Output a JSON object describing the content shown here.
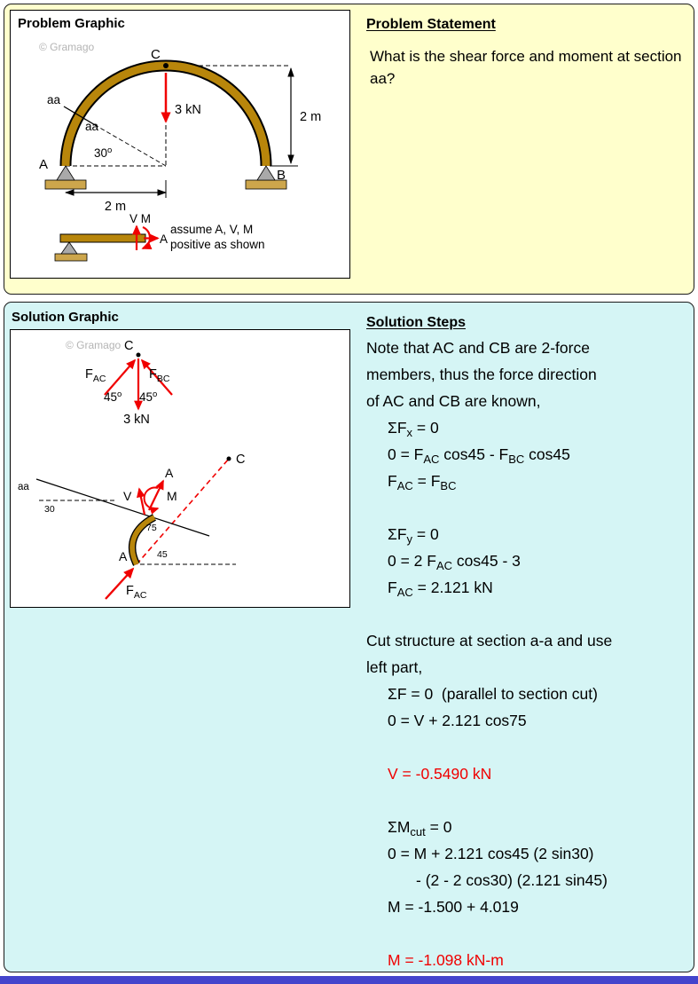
{
  "colors": {
    "problem_bg": "#ffffcc",
    "solution_bg": "#d5f5f5",
    "member_gold": "#b8860b",
    "support_tan": "#cda64c",
    "accent_red": "#f00000",
    "bottom_bar_blue": "#4444cc",
    "watermark_gray": "#b4b4b4"
  },
  "problem_panel": {
    "graphic": {
      "title": "Problem Graphic",
      "watermark": "© Gramago",
      "label_c": "C",
      "label_a": "A",
      "label_b": "B",
      "label_aa_outer": "aa",
      "label_aa_inner": "aa",
      "angle_value": "30",
      "angle_sup": "o",
      "force_label": "3 kN",
      "dim_height": "2 m",
      "dim_width": "2 m",
      "mini_vm": "V M",
      "mini_a": "A",
      "assume_line1": "assume A, V, M",
      "assume_line2": "positive as shown"
    },
    "statement": {
      "title": "Problem Statement",
      "text": "What is the shear force and moment at section aa?"
    }
  },
  "solution_panel": {
    "graphic": {
      "title": "Solution Graphic",
      "watermark": "© Gramago",
      "label_c_top": "C",
      "f_left": "F",
      "f_left_sub": "AC",
      "f_right": "F",
      "f_right_sub": "BC",
      "angle_left": "45",
      "angle_left_sup": "o",
      "angle_right": "45",
      "angle_right_sup": "o",
      "force_label": "3 kN",
      "label_c2": "C",
      "label_v": "V",
      "label_m": "M",
      "label_axial": "A",
      "label_aa": "aa",
      "angle_30": "30",
      "angle_75": "75",
      "angle_45": "45",
      "label_joint_a": "A",
      "f_bottom": "F",
      "f_bottom_sub": "AC"
    },
    "steps": {
      "title": "Solution Steps",
      "lines": [
        {
          "parts": [
            {
              "t": "Note that AC and CB are 2-force"
            }
          ]
        },
        {
          "parts": [
            {
              "t": "members, thus the force direction"
            }
          ]
        },
        {
          "parts": [
            {
              "t": "of AC and CB are known,"
            }
          ]
        },
        {
          "indent": 1,
          "parts": [
            {
              "t": "ΣF"
            },
            {
              "sub": "x"
            },
            {
              "t": " = 0"
            }
          ]
        },
        {
          "indent": 1,
          "parts": [
            {
              "t": "0 = F"
            },
            {
              "sub": "AC"
            },
            {
              "t": " cos45 - F"
            },
            {
              "sub": "BC"
            },
            {
              "t": " cos45"
            }
          ]
        },
        {
          "indent": 1,
          "parts": [
            {
              "t": "F"
            },
            {
              "sub": "AC"
            },
            {
              "t": " = F"
            },
            {
              "sub": "BC"
            }
          ]
        },
        {
          "blank": true
        },
        {
          "indent": 1,
          "parts": [
            {
              "t": "ΣF"
            },
            {
              "sub": "y"
            },
            {
              "t": " = 0"
            }
          ]
        },
        {
          "indent": 1,
          "parts": [
            {
              "t": "0 = 2 F"
            },
            {
              "sub": "AC"
            },
            {
              "t": " cos45 - 3"
            }
          ]
        },
        {
          "indent": 1,
          "parts": [
            {
              "t": "F"
            },
            {
              "sub": "AC"
            },
            {
              "t": " = 2.121 kN"
            }
          ]
        },
        {
          "blank": true
        },
        {
          "parts": [
            {
              "t": "Cut structure at section a-a and use"
            }
          ]
        },
        {
          "parts": [
            {
              "t": "left part,"
            }
          ]
        },
        {
          "indent": 1,
          "parts": [
            {
              "t": "ΣF = 0  (parallel to section cut)"
            }
          ]
        },
        {
          "indent": 1,
          "parts": [
            {
              "t": "0 = V + 2.121 cos75"
            }
          ]
        },
        {
          "blank": true
        },
        {
          "indent": 1,
          "red": true,
          "parts": [
            {
              "t": "V = -0.5490 kN"
            }
          ]
        },
        {
          "blank": true
        },
        {
          "indent": 1,
          "parts": [
            {
              "t": "ΣM"
            },
            {
              "sub": "cut"
            },
            {
              "t": " = 0"
            }
          ]
        },
        {
          "indent": 1,
          "parts": [
            {
              "t": "0 = M + 2.121 cos45 (2 sin30)"
            }
          ]
        },
        {
          "indent": 2,
          "parts": [
            {
              "t": "- (2 - 2 cos30) (2.121 sin45)"
            }
          ]
        },
        {
          "indent": 1,
          "parts": [
            {
              "t": "M = -1.500 + 4.019"
            }
          ]
        },
        {
          "blank": true
        },
        {
          "indent": 1,
          "red": true,
          "parts": [
            {
              "t": "M = -1.098 kN-m"
            }
          ]
        }
      ]
    }
  }
}
